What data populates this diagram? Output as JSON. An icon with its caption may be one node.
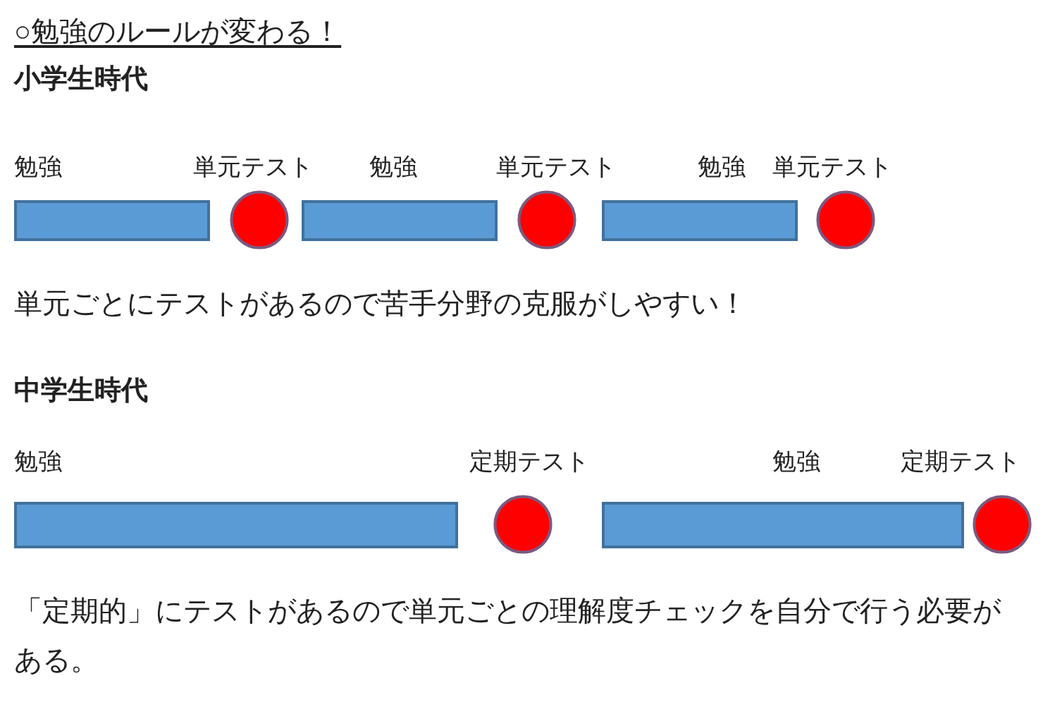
{
  "diagram": {
    "title": "○勉強のルールが変わる！",
    "nodes": [
      {
        "text": [],
        "shape": "bar",
        "beside": [
          "勉強"
        ]
      },
      {
        "text": [],
        "shape": "circle",
        "beside": [
          "単元テスト"
        ]
      },
      {
        "text": [],
        "shape": "bar",
        "beside": [
          "勉強"
        ]
      },
      {
        "text": [],
        "shape": "circle",
        "beside": [
          "単元テスト"
        ]
      },
      {
        "text": [],
        "shape": "bar",
        "beside": [
          "勉強"
        ]
      },
      {
        "text": [],
        "shape": "circle",
        "beside": [
          "単元テスト"
        ]
      },
      {
        "text": [],
        "shape": "bar",
        "beside": [
          "勉強"
        ]
      },
      {
        "text": [],
        "shape": "circle",
        "beside": [
          "定期テスト"
        ]
      },
      {
        "text": [],
        "shape": "bar",
        "beside": [
          "勉強"
        ]
      },
      {
        "text": [],
        "shape": "circle",
        "beside": [
          "定期テスト"
        ]
      }
    ],
    "labels": [
      "小学生時代",
      "単元ごとにテストがあるので苦手分野の克服がしやすい！",
      "中学生時代",
      "「定期的」にテストがあるので単元ごとの理解度チェックを自分で行う必要がある。"
    ]
  }
}
